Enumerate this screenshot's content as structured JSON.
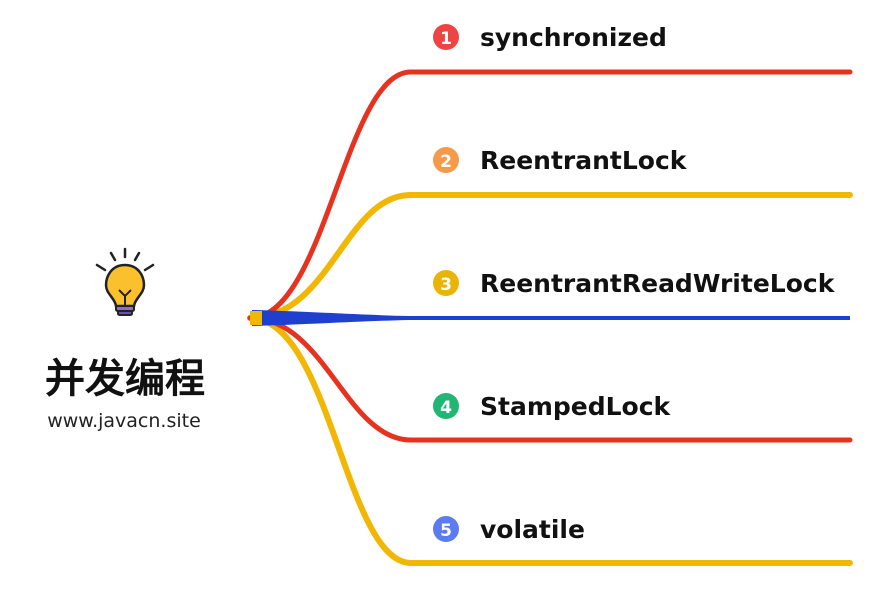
{
  "root": {
    "title": "并发编程",
    "subtitle": "www.javacn.site",
    "icon": "lightbulb-icon"
  },
  "branches": [
    {
      "number": "1",
      "label": "synchronized",
      "badge_color": "#ef4444",
      "line_color": "#e53320"
    },
    {
      "number": "2",
      "label": "ReentrantLock",
      "badge_color": "#f59a4a",
      "line_color": "#f2b705"
    },
    {
      "number": "3",
      "label": "ReentrantReadWriteLock",
      "badge_color": "#eab308",
      "line_color": "#1f3fcf"
    },
    {
      "number": "4",
      "label": "StampedLock",
      "badge_color": "#22b573",
      "line_color": "#e53320"
    },
    {
      "number": "5",
      "label": "volatile",
      "badge_color": "#5b7cf0",
      "line_color": "#f2b705"
    }
  ]
}
